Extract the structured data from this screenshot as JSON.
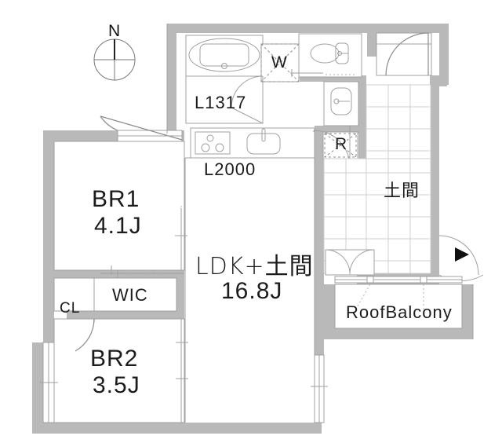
{
  "plan": {
    "type": "apartment-floor-plan",
    "compass": {
      "label": "N",
      "name": "north-indicator"
    },
    "rooms": [
      {
        "id": "br1",
        "name": "BR1",
        "size": "4.1J",
        "label": "BR1",
        "area_label": "4.1J"
      },
      {
        "id": "br2",
        "name": "BR2",
        "size": "3.5J",
        "label": "BR2",
        "area_label": "3.5J"
      },
      {
        "id": "ldk",
        "name": "LDK+土間",
        "size": "16.8J",
        "label": "LDK+土間",
        "area_label": "16.8J"
      },
      {
        "id": "wic",
        "name": "WIC",
        "size": "",
        "label": "WIC",
        "area_label": ""
      },
      {
        "id": "cl",
        "name": "CL",
        "size": "",
        "label": "CL",
        "area_label": ""
      },
      {
        "id": "doma",
        "name": "土間",
        "size": "",
        "label": "土間",
        "area_label": ""
      },
      {
        "id": "balcony",
        "name": "RoofBalcony",
        "size": "",
        "label": "RoofBalcony",
        "area_label": ""
      }
    ],
    "fixtures": [
      {
        "id": "bath",
        "label": "L1317",
        "desc": "bathtub-unit"
      },
      {
        "id": "kitchen",
        "label": "L2000",
        "desc": "kitchen-counter"
      },
      {
        "id": "washer",
        "label": "W",
        "desc": "washing-machine-space"
      },
      {
        "id": "fridge",
        "label": "R",
        "desc": "refrigerator-space"
      },
      {
        "id": "toilet",
        "label": "",
        "desc": "toilet"
      },
      {
        "id": "basin",
        "label": "",
        "desc": "wash-basin"
      },
      {
        "id": "sink",
        "label": "",
        "desc": "kitchen-sink"
      },
      {
        "id": "stove",
        "label": "",
        "desc": "gas-stove-3-burner"
      }
    ],
    "labels": {
      "br1": "BR1",
      "br1_area": "4.1J",
      "br2": "BR2",
      "br2_area": "3.5J",
      "ldk": "LDK+土間",
      "ldk_area": "16.8J",
      "wic": "WIC",
      "cl": "CL",
      "doma": "土間",
      "balcony": "RoofBalcony",
      "bath_size": "L1317",
      "kitchen_size": "L2000",
      "washer": "W",
      "fridge": "R",
      "north": "N"
    },
    "colors": {
      "wall": "#b9b9b9",
      "line": "#a0a0a0",
      "text": "#1c1c1c",
      "tile": "#cfcfcf",
      "background": "#ffffff",
      "marker": "#111111"
    }
  }
}
